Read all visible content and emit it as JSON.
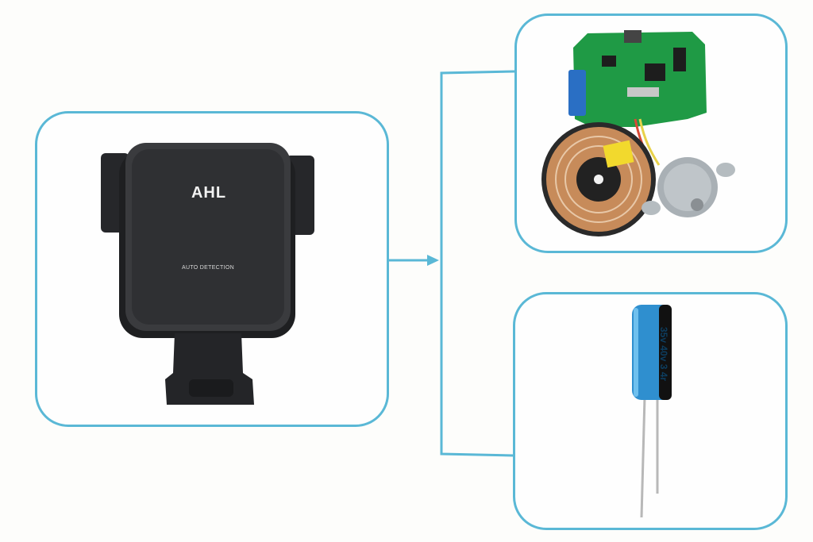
{
  "product": {
    "brand": "AHL",
    "subtext": "AUTO DETECTION"
  },
  "capacitor": {
    "marking": "35v 40v 3 4r"
  },
  "colors": {
    "frame": "#5ab8d6",
    "holder": "#2e2f31",
    "pcb": "#1f9a45",
    "coil": "#c78b5a",
    "capacitor": "#2f8fcf"
  }
}
